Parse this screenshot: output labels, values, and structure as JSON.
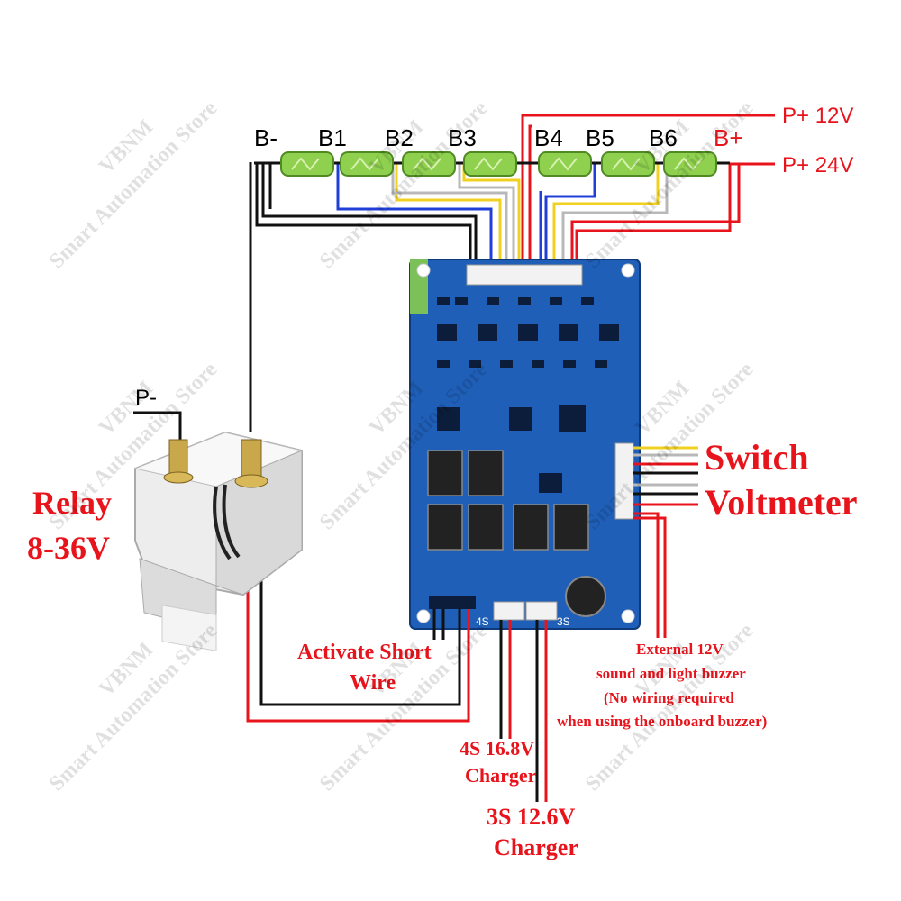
{
  "cells": {
    "labels": [
      "B-",
      "B1",
      "B2",
      "B3",
      "B4",
      "B5",
      "B6",
      "B+"
    ]
  },
  "outputs": {
    "p12": "P+ 12V",
    "p24": "P+ 24V"
  },
  "switch_label": "Switch",
  "voltmeter_label": "Voltmeter",
  "relay": {
    "line1": "Relay",
    "line2": "8-36V",
    "terminal": "P-"
  },
  "activate": {
    "line1": "Activate Short",
    "line2": "Wire"
  },
  "buzzer": {
    "line1": "External 12V",
    "line2": "sound and light buzzer",
    "line3": "(No wiring required",
    "line4": "when using the onboard buzzer)"
  },
  "charger4s": {
    "line1": "4S 16.8V",
    "line2": "Charger"
  },
  "charger3s": {
    "line1": "3S 12.6V",
    "line2": "Charger"
  },
  "board_labels": {
    "s4": "4S",
    "s3": "3S"
  },
  "watermark": {
    "brand": "VBNM",
    "store": "Smart Automation Store"
  },
  "colors": {
    "label_red": "#e8141c",
    "board_blue": "#1f5fb8",
    "battery_green": "#8fd14f",
    "wire_black": "#111111",
    "wire_red": "#e8141c",
    "wire_blue": "#1f3fd8",
    "wire_yellow": "#f0d020",
    "wire_gray": "#b8b8b8"
  }
}
